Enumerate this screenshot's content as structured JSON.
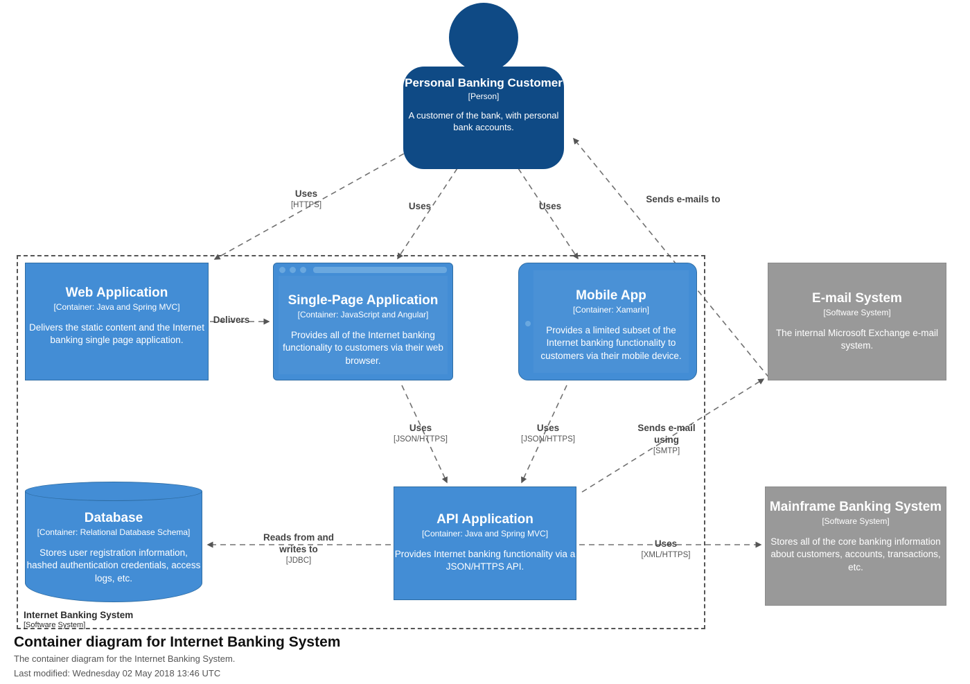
{
  "diagram": {
    "title": "Container diagram for Internet Banking System",
    "description": "The container diagram for the Internet Banking System.",
    "last_modified": "Last modified: Wednesday 02 May 2018 13:46 UTC",
    "colors": {
      "person": "#0f4a85",
      "container": "#438dd5",
      "external_system": "#999999",
      "boundary_stroke": "#555555",
      "edge_stroke": "#707070"
    }
  },
  "boundary": {
    "name": "Internet Banking System",
    "type": "[Software System]"
  },
  "nodes": {
    "person": {
      "title": "Personal Banking Customer",
      "type": "[Person]",
      "description": "A customer of the bank, with personal bank accounts."
    },
    "web_application": {
      "title": "Web Application",
      "type": "[Container: Java and Spring MVC]",
      "description": "Delivers the static content and the Internet banking single page application."
    },
    "single_page_application": {
      "title": "Single-Page Application",
      "type": "[Container: JavaScript and Angular]",
      "description": "Provides all of the Internet banking functionality to customers via their web browser."
    },
    "mobile_app": {
      "title": "Mobile App",
      "type": "[Container: Xamarin]",
      "description": "Provides a limited subset of the Internet banking functionality to customers via their mobile device."
    },
    "email_system": {
      "title": "E-mail System",
      "type": "[Software System]",
      "description": "The internal Microsoft Exchange e-mail system."
    },
    "database": {
      "title": "Database",
      "type": "[Container: Relational Database Schema]",
      "description": "Stores user registration information, hashed authentication credentials, access logs, etc."
    },
    "api_application": {
      "title": "API Application",
      "type": "[Container: Java and Spring MVC]",
      "description": "Provides Internet banking functionality via a JSON/HTTPS API."
    },
    "mainframe_banking_system": {
      "title": "Mainframe Banking System",
      "type": "[Software System]",
      "description": "Stores all of the core banking information about customers, accounts, transactions, etc."
    }
  },
  "edges": [
    {
      "id": "customer-to-web-application",
      "label": "Uses",
      "tech": "[HTTPS]"
    },
    {
      "id": "customer-to-single-page-application",
      "label": "Uses",
      "tech": ""
    },
    {
      "id": "customer-to-mobile-app",
      "label": "Uses",
      "tech": ""
    },
    {
      "id": "email-system-to-customer",
      "label": "Sends e-mails to",
      "tech": ""
    },
    {
      "id": "web-application-to-single-page-application",
      "label": "Delivers",
      "tech": ""
    },
    {
      "id": "single-page-application-to-api-application",
      "label": "Uses",
      "tech": "[JSON/HTTPS]"
    },
    {
      "id": "mobile-app-to-api-application",
      "label": "Uses",
      "tech": "[JSON/HTTPS]"
    },
    {
      "id": "api-application-to-email-system",
      "label": "Sends e-mail using",
      "tech": "[SMTP]"
    },
    {
      "id": "api-application-to-database",
      "label": "Reads from and writes to",
      "tech": "[JDBC]"
    },
    {
      "id": "api-application-to-mainframe",
      "label": "Uses",
      "tech": "[XML/HTTPS]"
    }
  ]
}
